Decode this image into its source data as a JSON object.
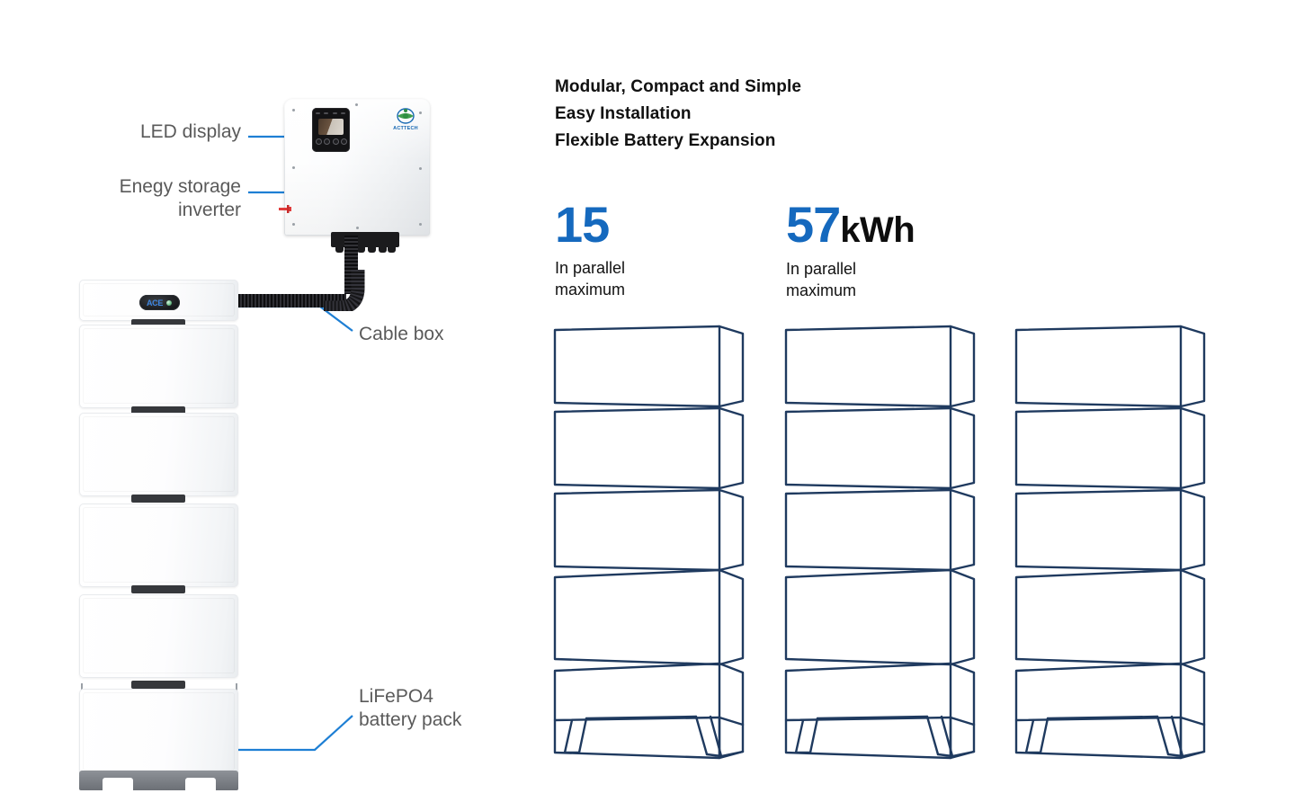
{
  "page": {
    "background_color": "#ffffff",
    "accent_blue": "#1569be",
    "leader_line_color": "#1e7fd4",
    "label_text_color": "#5a5a5a",
    "sketch_line_color": "#1f3a5f"
  },
  "left_diagram": {
    "callouts": [
      {
        "name": "led-display",
        "text": "LED display"
      },
      {
        "name": "energy-inverter",
        "text": "Enegy storage\ninverter"
      },
      {
        "name": "cable-box",
        "text": "Cable box"
      },
      {
        "name": "battery-pack",
        "text": "LiFePO4\nbattery pack"
      }
    ],
    "inverter": {
      "brand_label": "ACTTECH",
      "led_panel": {
        "indicator_count": 4,
        "button_count": 4
      },
      "terminal_pin_count": 6,
      "screw_count": 6
    },
    "cable_box": {
      "brand_label": "ACE",
      "status_led_color": "#6fbf8a"
    },
    "stack": {
      "module_count": 6,
      "handle_count": 5,
      "base_color": "#7b7f85"
    }
  },
  "right_panel": {
    "headline_lines": [
      "Modular, Compact and Simple",
      "Easy Installation",
      "Flexible Battery Expansion"
    ],
    "stats": [
      {
        "name": "parallel-count",
        "number": "15",
        "unit": "",
        "sub": "In parallel\nmaximum"
      },
      {
        "name": "parallel-capacity",
        "number": "57",
        "unit": "kWh",
        "sub": "In parallel\nmaximum"
      }
    ],
    "sketch_stacks": {
      "stack_count": 3,
      "modules_per_stack": 5,
      "description": "line-art battery stacks"
    }
  }
}
